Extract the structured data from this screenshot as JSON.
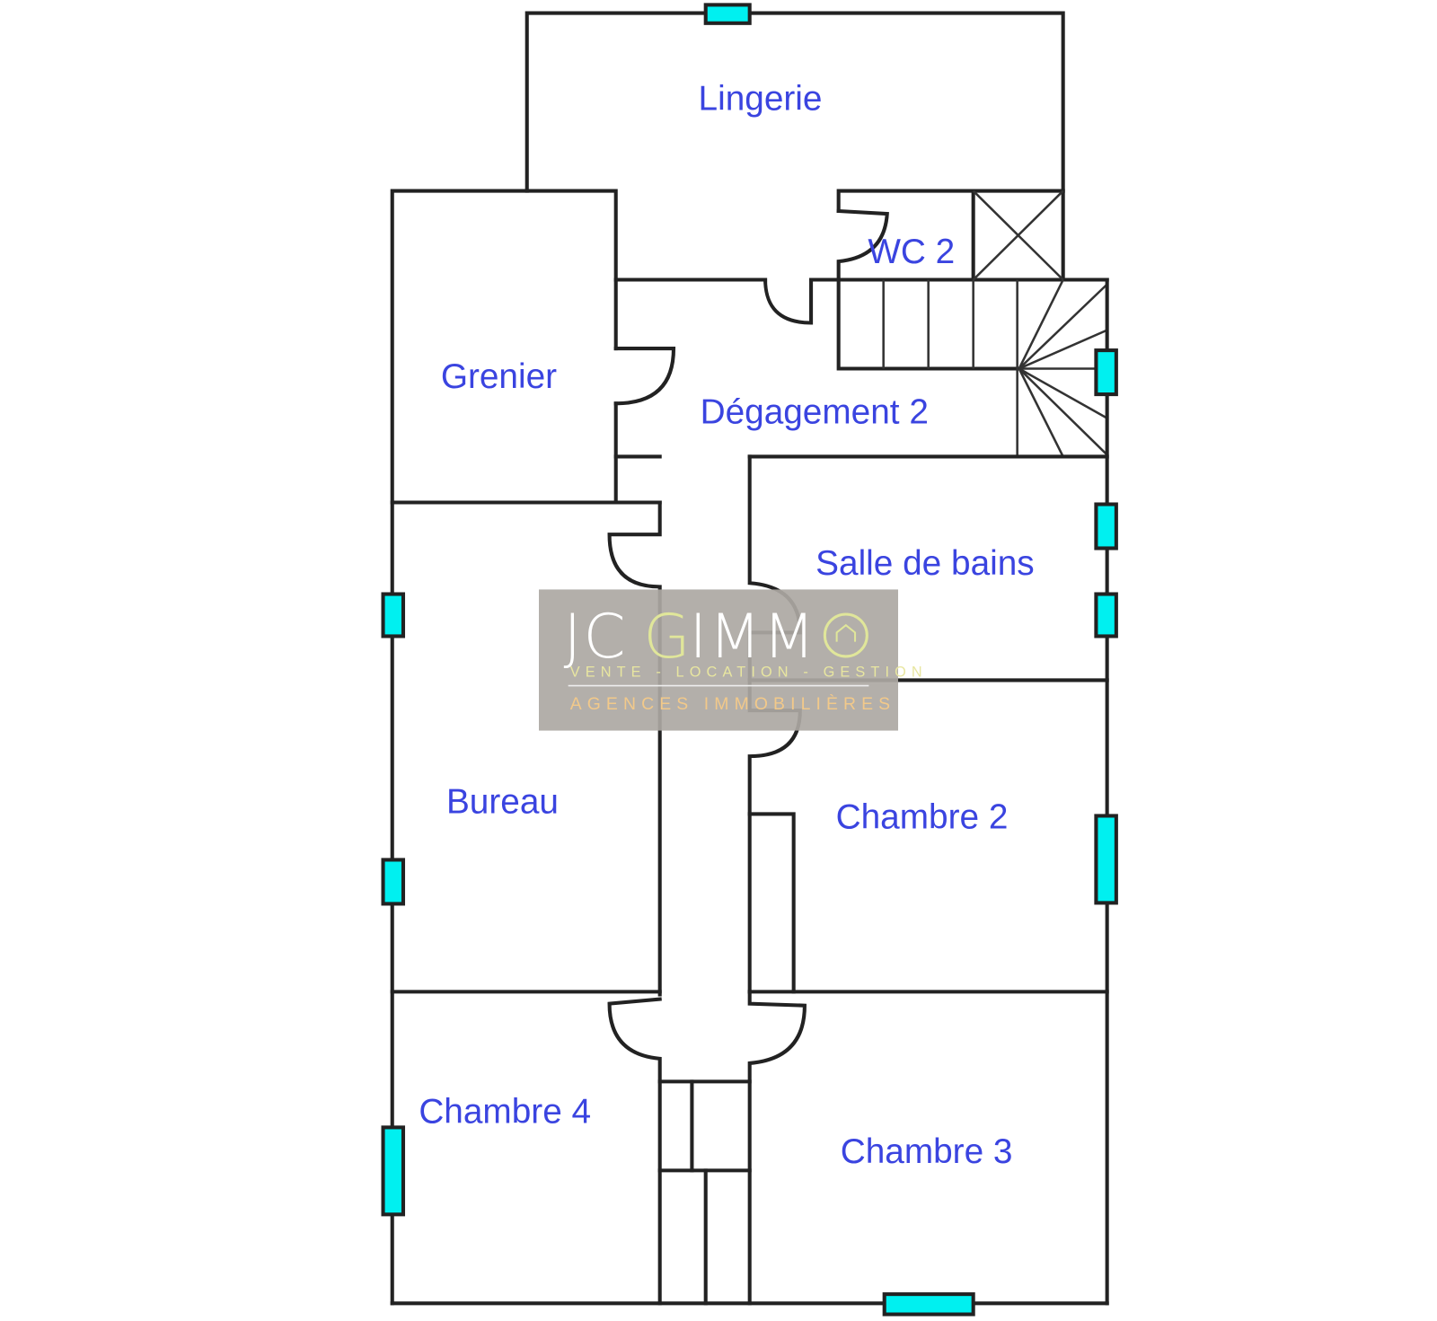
{
  "rooms": {
    "lingerie": "Lingerie",
    "wc2": "WC 2",
    "grenier": "Grenier",
    "degagement2": "Dégagement 2",
    "salle_de_bains": "Salle de bains",
    "bureau": "Bureau",
    "chambre2": "Chambre 2",
    "chambre3": "Chambre 3",
    "chambre4": "Chambre 4"
  },
  "watermark": {
    "brand_jc": "JC",
    "brand_g": "G",
    "brand_imm": "IMM",
    "tagline": "VENTE - LOCATION - GESTION",
    "subtitle": "AGENCES IMMOBILIÈRES"
  },
  "colors": {
    "wall": "#222222",
    "window": "#00f0f0",
    "label": "#3a44e0",
    "watermark_bg": "#aca8a3"
  }
}
